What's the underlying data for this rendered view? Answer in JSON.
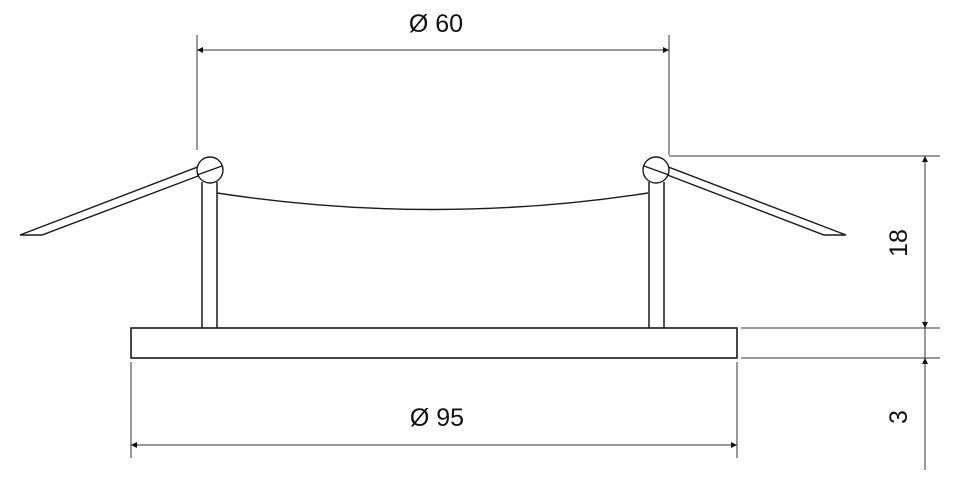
{
  "diagram": {
    "type": "technical drawing",
    "subject": "recessed downlight frame with spring clips (side view)",
    "colors": {
      "line": "#1a1a1a",
      "dimension": "#333333",
      "background": "#ffffff"
    },
    "dimensions": {
      "inner_diameter": {
        "label": "Ø 60",
        "value": 60
      },
      "outer_diameter": {
        "label": "Ø 95",
        "value": 95
      },
      "height": {
        "label": "18",
        "value": 18
      },
      "flange_thickness": {
        "label": "3",
        "value": 3
      }
    }
  }
}
